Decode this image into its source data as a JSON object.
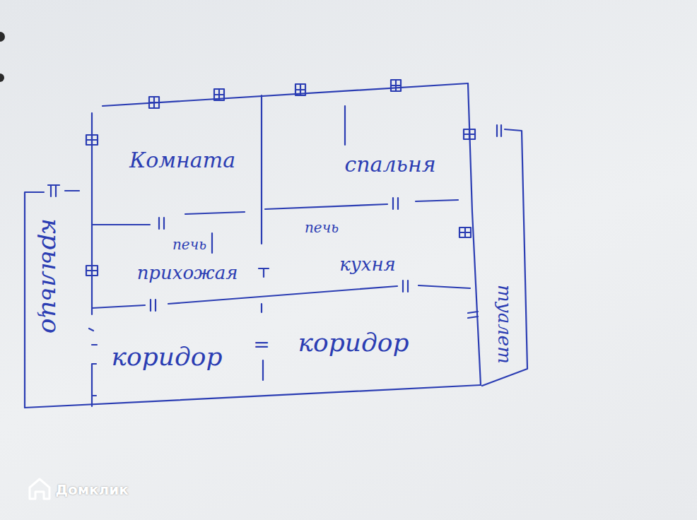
{
  "diagram": {
    "nodes": [
      {
        "text": [
          "Комната"
        ]
      },
      {
        "text": [
          "спальня"
        ]
      },
      {
        "text": [
          "прихожая"
        ]
      },
      {
        "text": [
          "кухня"
        ]
      },
      {
        "text": [
          "коридор"
        ]
      },
      {
        "text": [
          "коридор"
        ]
      },
      {
        "text": [
          "крыльцо"
        ]
      },
      {
        "text": [
          "туалет"
        ]
      }
    ],
    "labels": [
      "печь",
      "печь",
      "=",
      "Домклик"
    ]
  }
}
